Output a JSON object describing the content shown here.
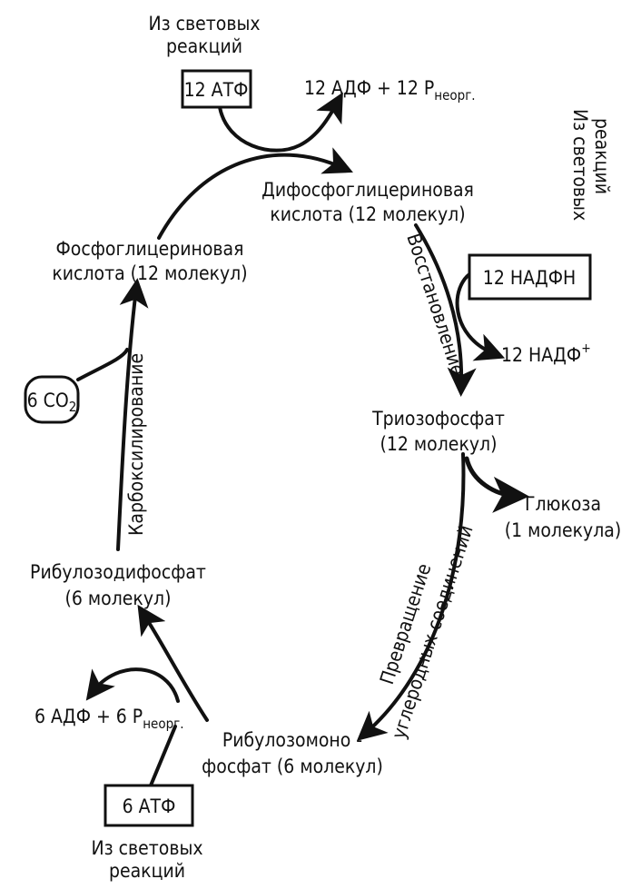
{
  "top_source": {
    "line1": "Из световых",
    "line2": "реакций"
  },
  "atp_top": "12 АТФ",
  "adp_top": {
    "main": "12 АДФ + 12 P",
    "sub": "неорг."
  },
  "right_source": {
    "line1": "Из световых",
    "line2": "реакций"
  },
  "diphosphoglycerate": {
    "line1": "Дифосфоглицериновая",
    "line2": "кислота (12 молекул)"
  },
  "phosphoglycerate": {
    "line1": "Фосфоглицериновая",
    "line2": "кислота (12 молекул)"
  },
  "nadph": "12 НАДФН",
  "nadp": {
    "main": "12 НАДФ",
    "sup": "+"
  },
  "reduction": "Восстановление",
  "triose": {
    "line1": "Триозофосфат",
    "line2": "(12 молекул)"
  },
  "glucose": {
    "line1": "Глюкоза",
    "line2": "(1 молекула)"
  },
  "co2": {
    "main": "6 CO",
    "sub": "2"
  },
  "carboxylation": "Карбоксилирование",
  "ribulose_diphosphate": {
    "line1": "Рибулозодифосфат",
    "line2": "(6 молекул)"
  },
  "conversion": {
    "line1": "Превращение",
    "line2": "углеродных соединений"
  },
  "adp_bottom": {
    "main": "6 АДФ + 6 P",
    "sub": "неорг."
  },
  "ribulose_monophosphate": {
    "line1": "Рибулозомоно -",
    "line2": "фосфат (6 молекул)"
  },
  "atp_bottom": "6 АТФ",
  "bottom_source": {
    "line1": "Из световых",
    "line2": "реакций"
  }
}
